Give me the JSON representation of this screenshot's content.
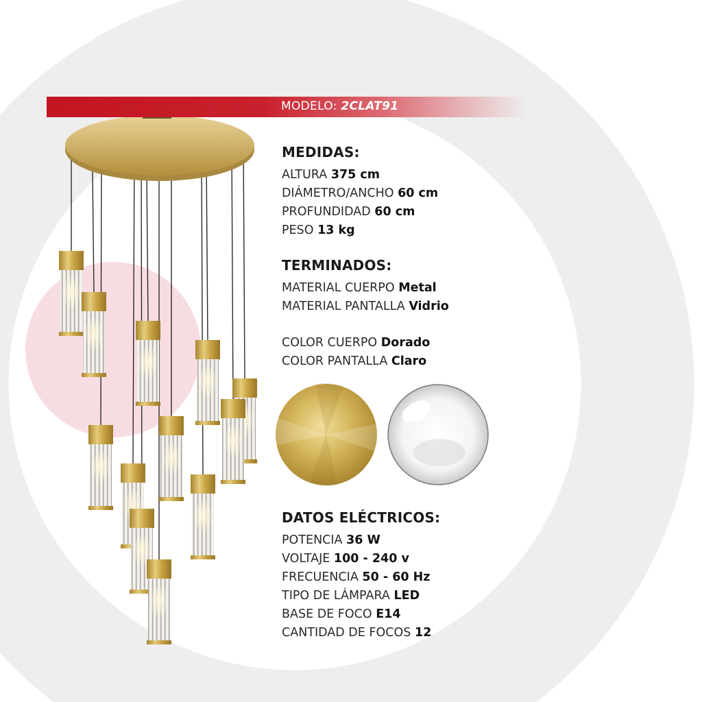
{
  "model": {
    "label": "MODELO:",
    "value": "2CLAT91"
  },
  "measures": {
    "title": "MEDIDAS:",
    "rows": [
      {
        "label": "ALTURA",
        "value": "375 cm"
      },
      {
        "label": "DIÁMETRO/ANCHO",
        "value": "60 cm"
      },
      {
        "label": "PROFUNDIDAD",
        "value": "60 cm"
      },
      {
        "label": "PESO",
        "value": "13 kg"
      }
    ]
  },
  "finishes": {
    "title": "TERMINADOS:",
    "rows": [
      {
        "label": "MATERIAL CUERPO",
        "value": "Metal"
      },
      {
        "label": "MATERIAL PANTALLA",
        "value": "Vidrio"
      },
      {
        "label": "COLOR CUERPO",
        "value": "Dorado"
      },
      {
        "label": "COLOR PANTALLA",
        "value": "Claro"
      }
    ]
  },
  "electrical": {
    "title": "DATOS ELÉCTRICOS:",
    "rows": [
      {
        "label": "POTENCIA",
        "value": "36 W"
      },
      {
        "label": "VOLTAJE",
        "value": "100 - 240 v"
      },
      {
        "label": "FRECUENCIA",
        "value": "50 - 60 Hz"
      },
      {
        "label": "TIPO DE LÁMPARA",
        "value": "LED"
      },
      {
        "label": "BASE DE FOCO",
        "value": "E14"
      },
      {
        "label": "CANTIDAD DE FOCOS",
        "value": "12"
      }
    ]
  },
  "colors": {
    "brand_red": "#c8202c",
    "gold": "#c9a544",
    "background_gray": "#efefef",
    "accent_pink": "#f7dde2"
  },
  "icons": {
    "body_swatch": "gold-brushed-disc-icon",
    "shade_swatch": "clear-glass-sphere-icon"
  }
}
